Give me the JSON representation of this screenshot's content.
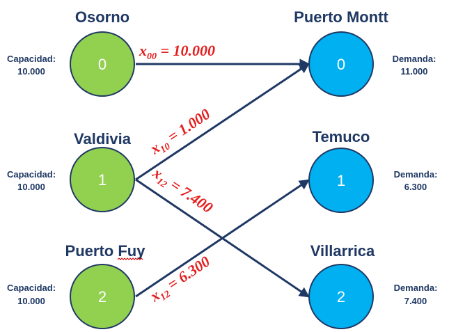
{
  "colors": {
    "supply_fill": "#92d050",
    "demand_fill": "#00b0f0",
    "node_stroke": "#1f3864",
    "edge": "#1f3864",
    "title_text": "#1f3864",
    "flow_text": "#e41e1e"
  },
  "supply_nodes": [
    {
      "city": "Osorno",
      "id": "0",
      "info_label": "Capacidad:",
      "info_value": "10.000"
    },
    {
      "city": "Valdivia",
      "id": "1",
      "info_label": "Capacidad:",
      "info_value": "10.000"
    },
    {
      "city": "Puerto Fuy",
      "id": "2",
      "info_label": "Capacidad:",
      "info_value": "10.000"
    }
  ],
  "demand_nodes": [
    {
      "city": "Puerto Montt",
      "id": "0",
      "info_label": "Demanda:",
      "info_value": "11.000"
    },
    {
      "city": "Temuco",
      "id": "1",
      "info_label": "Demanda:",
      "info_value": "6.300"
    },
    {
      "city": "Villarrica",
      "id": "2",
      "info_label": "Demanda:",
      "info_value": "7.400"
    }
  ],
  "edges": [
    {
      "from": 0,
      "to": 0
    },
    {
      "from": 1,
      "to": 0
    },
    {
      "from": 1,
      "to": 2
    },
    {
      "from": 2,
      "to": 1
    }
  ],
  "flow_labels": [
    {
      "var": "x",
      "sub": "00",
      "eq": " = 10.000"
    },
    {
      "var": "x",
      "sub": "10",
      "eq": " = 1.000"
    },
    {
      "var": "x",
      "sub": "12",
      "eq": " = 7.400"
    },
    {
      "var": "x",
      "sub": "12",
      "eq": " = 6.300"
    }
  ]
}
